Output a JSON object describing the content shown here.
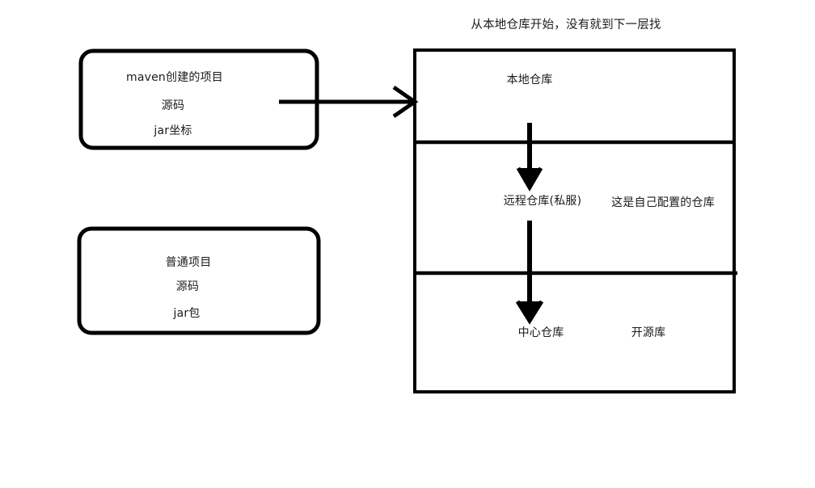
{
  "diagram": {
    "type": "flow-diagram",
    "title_note": "从本地仓库开始，没有就到下一层找",
    "project_boxes": [
      {
        "name": "maven-project-box",
        "lines": [
          "maven创建的项目",
          "源码",
          "jar坐标"
        ]
      },
      {
        "name": "normal-project-box",
        "lines": [
          "普通项目",
          "源码",
          "jar包"
        ]
      }
    ],
    "repository_stack": {
      "name": "repository-stack",
      "sections": [
        {
          "name": "local-repository",
          "label": "本地仓库",
          "note": ""
        },
        {
          "name": "remote-repository",
          "label": "远程仓库(私服)",
          "note": "这是自己配置的仓库"
        },
        {
          "name": "central-repository",
          "label": "中心仓库",
          "note": "开源库"
        }
      ]
    },
    "arrows": [
      {
        "name": "project-to-local-arrow",
        "direction": "right",
        "from": "maven-project-box",
        "to": "local-repository"
      },
      {
        "name": "local-to-remote-arrow",
        "direction": "down",
        "from": "local-repository",
        "to": "remote-repository"
      },
      {
        "name": "remote-to-central-arrow",
        "direction": "down",
        "from": "remote-repository",
        "to": "central-repository"
      }
    ],
    "colors": {
      "stroke": "#000000",
      "text": "#1b1b1b",
      "background": "#ffffff"
    }
  }
}
